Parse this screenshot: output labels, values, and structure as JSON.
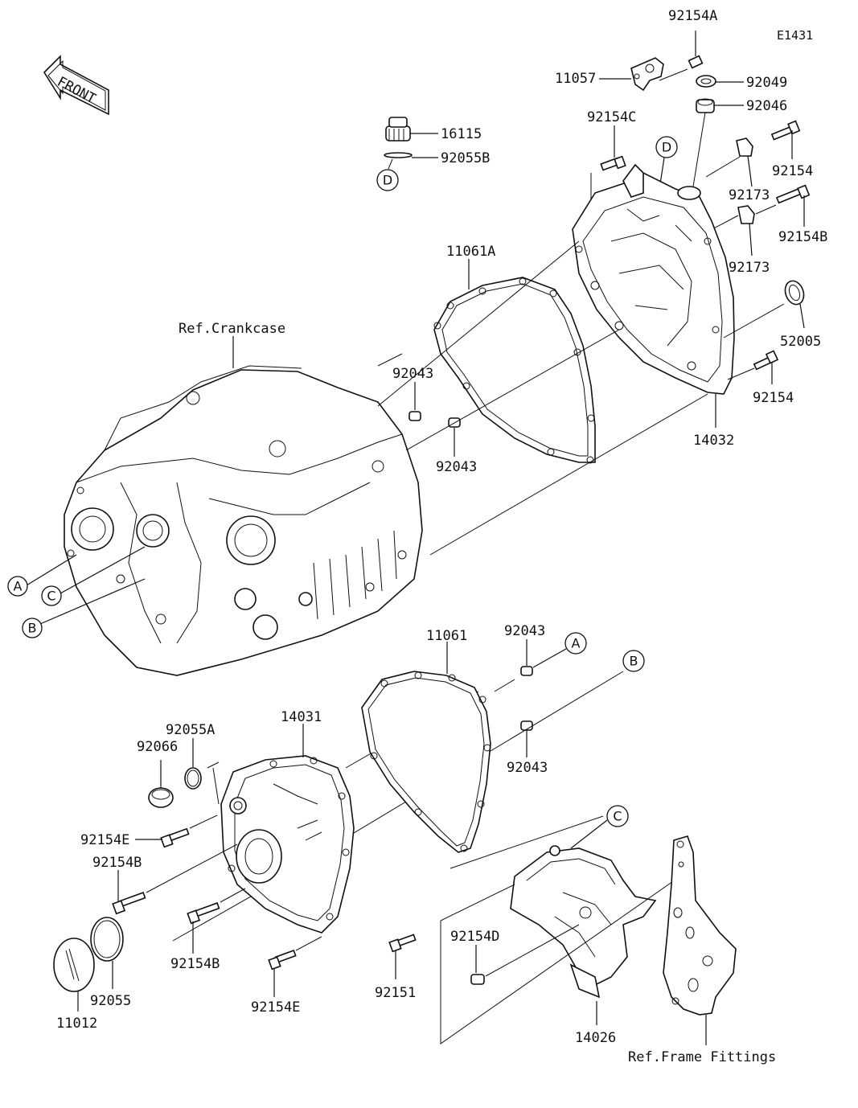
{
  "diagram_code": "E1431",
  "front_label": "FRONT",
  "references": {
    "crankcase": "Ref.Crankcase",
    "frame_fittings": "Ref.Frame Fittings"
  },
  "callouts": [
    "A",
    "B",
    "C",
    "D"
  ],
  "parts": {
    "p92154A": "92154A",
    "p11057": "11057",
    "p92049": "92049",
    "p92046": "92046",
    "p16115": "16115",
    "p92055B": "92055B",
    "p92154C": "92154C",
    "p92154_top": "92154",
    "p92173_a": "92173",
    "p92154B_top": "92154B",
    "p92173_b": "92173",
    "p11061A": "11061A",
    "p52005": "52005",
    "p92043_a": "92043",
    "p92043_b": "92043",
    "p92154_mid": "92154",
    "p14032": "14032",
    "p11061": "11061",
    "p92043_c": "92043",
    "p92043_d": "92043",
    "p92055A": "92055A",
    "p14031": "14031",
    "p92066": "92066",
    "p92154E_a": "92154E",
    "p92154B_a": "92154B",
    "p92154B_b": "92154B",
    "p92154E_b": "92154E",
    "p92055": "92055",
    "p11012": "11012",
    "p92151": "92151",
    "p92154D": "92154D",
    "p14026": "14026"
  }
}
